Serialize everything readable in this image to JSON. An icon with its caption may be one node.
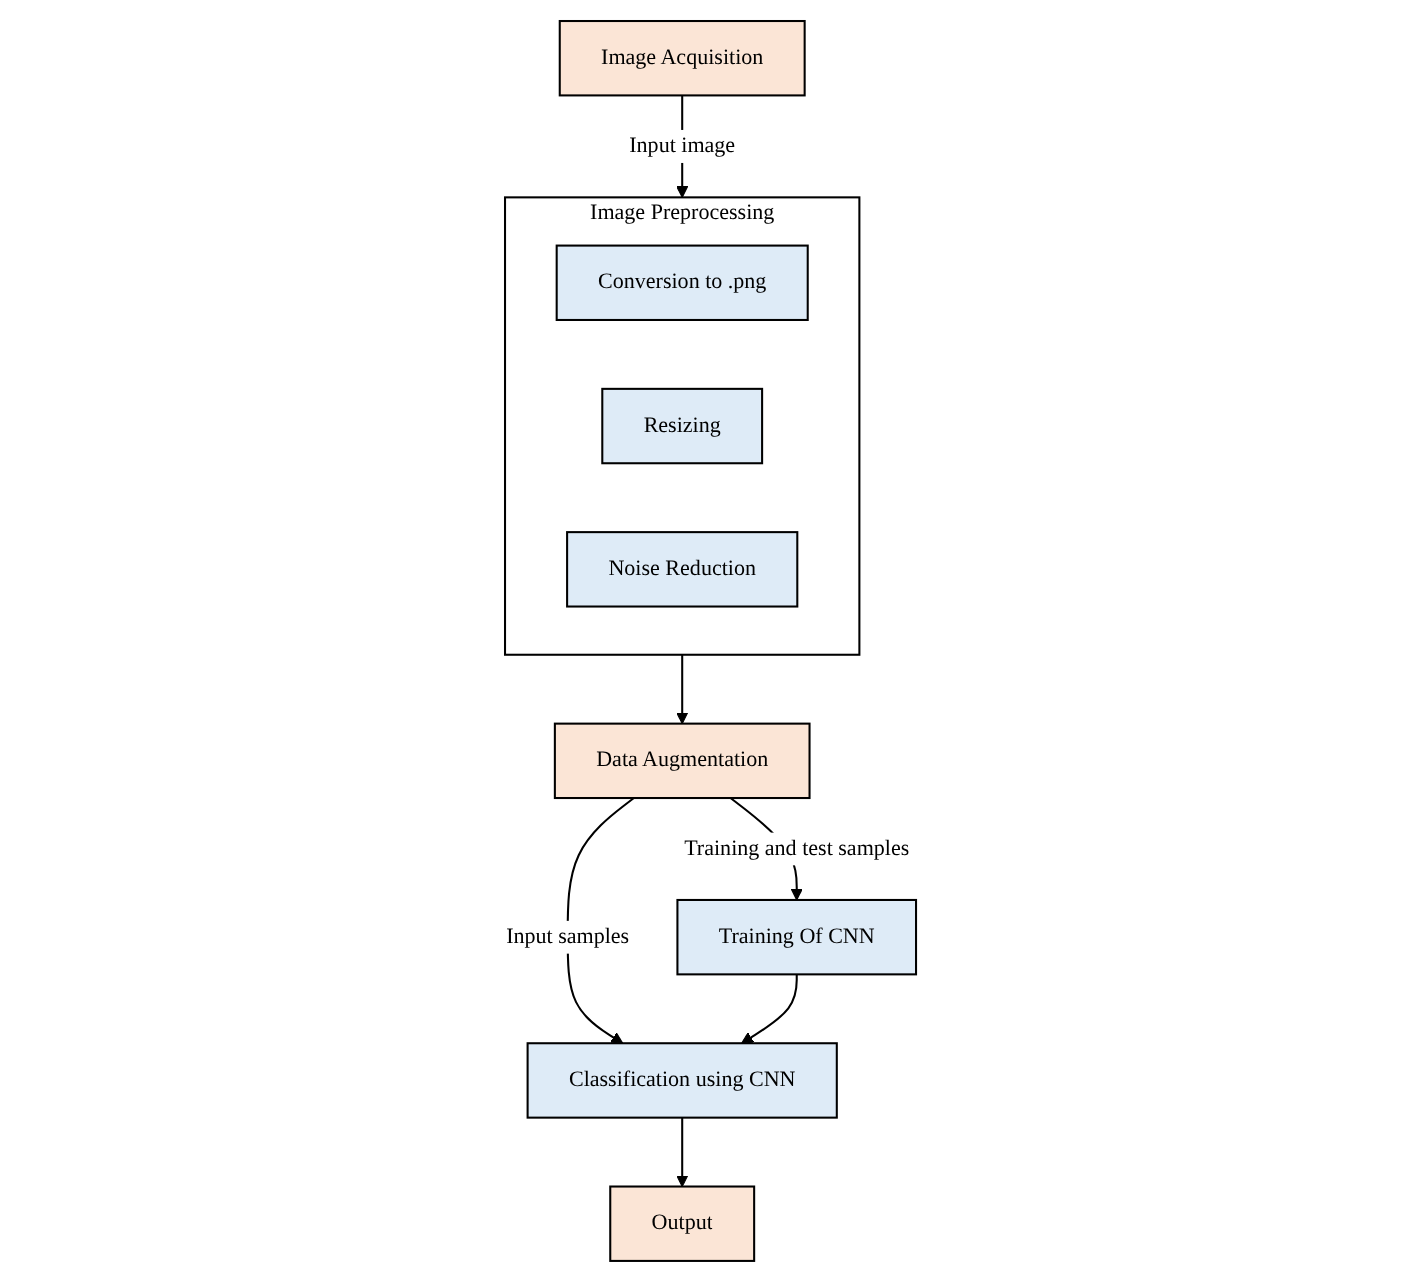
{
  "diagram": {
    "nodes": [
      {
        "text": [
          "Image Acquisition"
        ]
      },
      {
        "text": [
          "Image Preprocessing"
        ]
      },
      {
        "text": [
          "Conversion to .png"
        ],
        "in": 1
      },
      {
        "text": [
          "Resizing"
        ],
        "in": 1
      },
      {
        "text": [
          "Noise Reduction"
        ],
        "in": 1
      },
      {
        "text": [
          "Data Augmentation"
        ]
      },
      {
        "text": [
          "Training Of CNN"
        ]
      },
      {
        "text": [
          "Classification using CNN"
        ]
      },
      {
        "text": [
          "Output"
        ]
      }
    ],
    "edges": [
      {
        "from": 0,
        "to": 1,
        "arrow": "to",
        "label": "Input image"
      },
      {
        "from": 1,
        "to": 5,
        "arrow": "to"
      },
      {
        "from": 5,
        "to": 6,
        "arrow": "to",
        "label": "Training and test samples"
      },
      {
        "from": 5,
        "to": 7,
        "arrow": "to",
        "label": "Input samples"
      },
      {
        "from": 6,
        "to": 7,
        "arrow": "to"
      },
      {
        "from": 7,
        "to": 8,
        "arrow": "to"
      }
    ]
  }
}
